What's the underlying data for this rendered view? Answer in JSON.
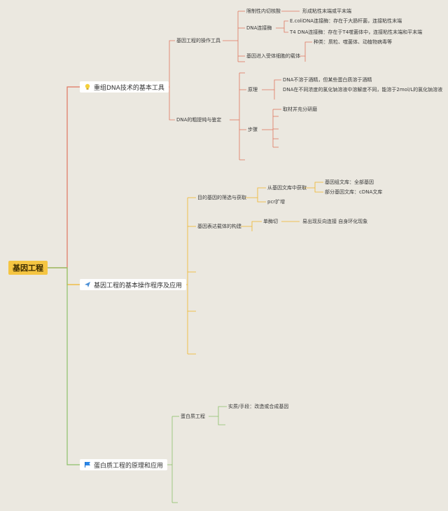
{
  "root": {
    "label": "基因工程"
  },
  "branches": [
    {
      "label": "重组DNA技术的基本工具",
      "icon": "lightbulb-icon",
      "color": "#e0765f"
    },
    {
      "label": "基因工程的基本操作程序及应用",
      "icon": "paper-plane-icon",
      "color": "#f0b429"
    },
    {
      "label": "蛋白质工程的原理和应用",
      "icon": "flag-icon",
      "color": "#8cc06a"
    }
  ],
  "tools": {
    "operation_tools": "基因工程的操作工具",
    "restriction_enzyme": "限制性内切核酸",
    "restriction_enzyme_desc": "形成粘性末端或平末端",
    "dna_ligase": "DNA连接酶",
    "ecoli_ligase": "E.coliDNA连接酶：存在于大肠杆菌，连接粘性末端",
    "t4_ligase": "T4 DNA连接酶：存在于T4噬菌体中，连接粘性末端和平末端",
    "vector": "基因进入受体细胞的载体",
    "vector_types": "种类：质粒、噬菌体、动植物病毒等",
    "dna_extraction": "DNA的粗提纯与鉴定",
    "principle": "原理",
    "principle_1": "DNA不溶于酒精，但某些蛋白质溶于酒精",
    "principle_2": "DNA在不同浓度的氯化钠溶液中溶解度不同，能溶于2mol/L的氯化钠溶液",
    "steps": "步骤",
    "step_1": "取材并充分研磨"
  },
  "procedure": {
    "screening": "目的基因的筛选与获取",
    "from_library": "从基因文库中获取",
    "genomic_library": "基因组文库：全部基因",
    "partial_library": "部分基因文库：cDNA文库",
    "pcr": "pcr扩增",
    "construct": "基因表达载体的构建",
    "single_cut": "单酶切",
    "single_cut_desc": "易出现反向连接  自身环化现象"
  },
  "protein": {
    "eng": "蛋白质工程",
    "essence": "实质/手段：改造或合成基因"
  }
}
